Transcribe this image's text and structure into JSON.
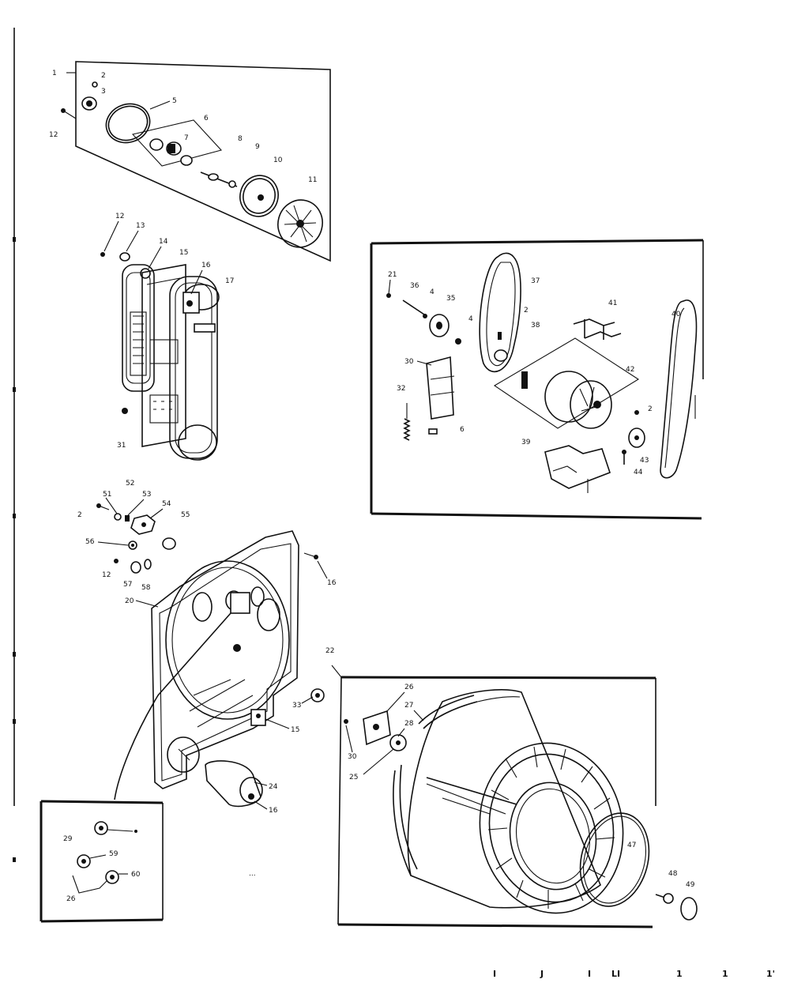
{
  "diagram": {
    "callouts": {
      "blower_group": [
        "1",
        "2",
        "3",
        "5",
        "6",
        "7",
        "8",
        "9",
        "10",
        "11",
        "12"
      ],
      "duct_group": [
        "12",
        "13",
        "14",
        "15",
        "16",
        "17",
        "31"
      ],
      "motor_group": [
        "21",
        "36",
        "4",
        "35",
        "37",
        "2",
        "38",
        "4",
        "30",
        "32",
        "6",
        "41",
        "42",
        "40",
        "2",
        "39",
        "43",
        "44"
      ],
      "bulkhead_group": [
        "52",
        "51",
        "2",
        "53",
        "54",
        "55",
        "56",
        "12",
        "57",
        "58",
        "16",
        "20",
        "33",
        "15",
        "24",
        "16"
      ],
      "drum_group": [
        "22",
        "26",
        "27",
        "28",
        "30",
        "25",
        "47",
        "48",
        "49"
      ],
      "inset_group": [
        "29",
        "59",
        "60",
        "26"
      ]
    },
    "footer": [
      "I",
      "J",
      "I",
      "LI",
      "1",
      "1",
      "1'"
    ]
  }
}
